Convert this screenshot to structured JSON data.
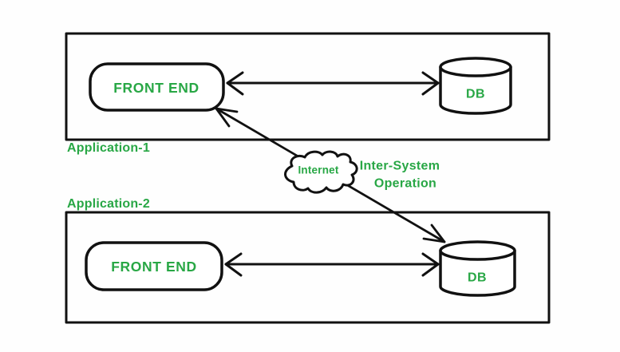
{
  "colors": {
    "green": "#28a745",
    "line": "#111111",
    "background": "#ffffff"
  },
  "diagram": {
    "app1": {
      "label": "Application-1",
      "frontend_label": "FRONT END",
      "db_label": "DB"
    },
    "app2": {
      "label": "Application-2",
      "frontend_label": "FRONT END",
      "db_label": "DB"
    },
    "cloud": {
      "label": "Internet"
    },
    "annotation": {
      "line1": "Inter-System",
      "line2": "Operation"
    }
  }
}
